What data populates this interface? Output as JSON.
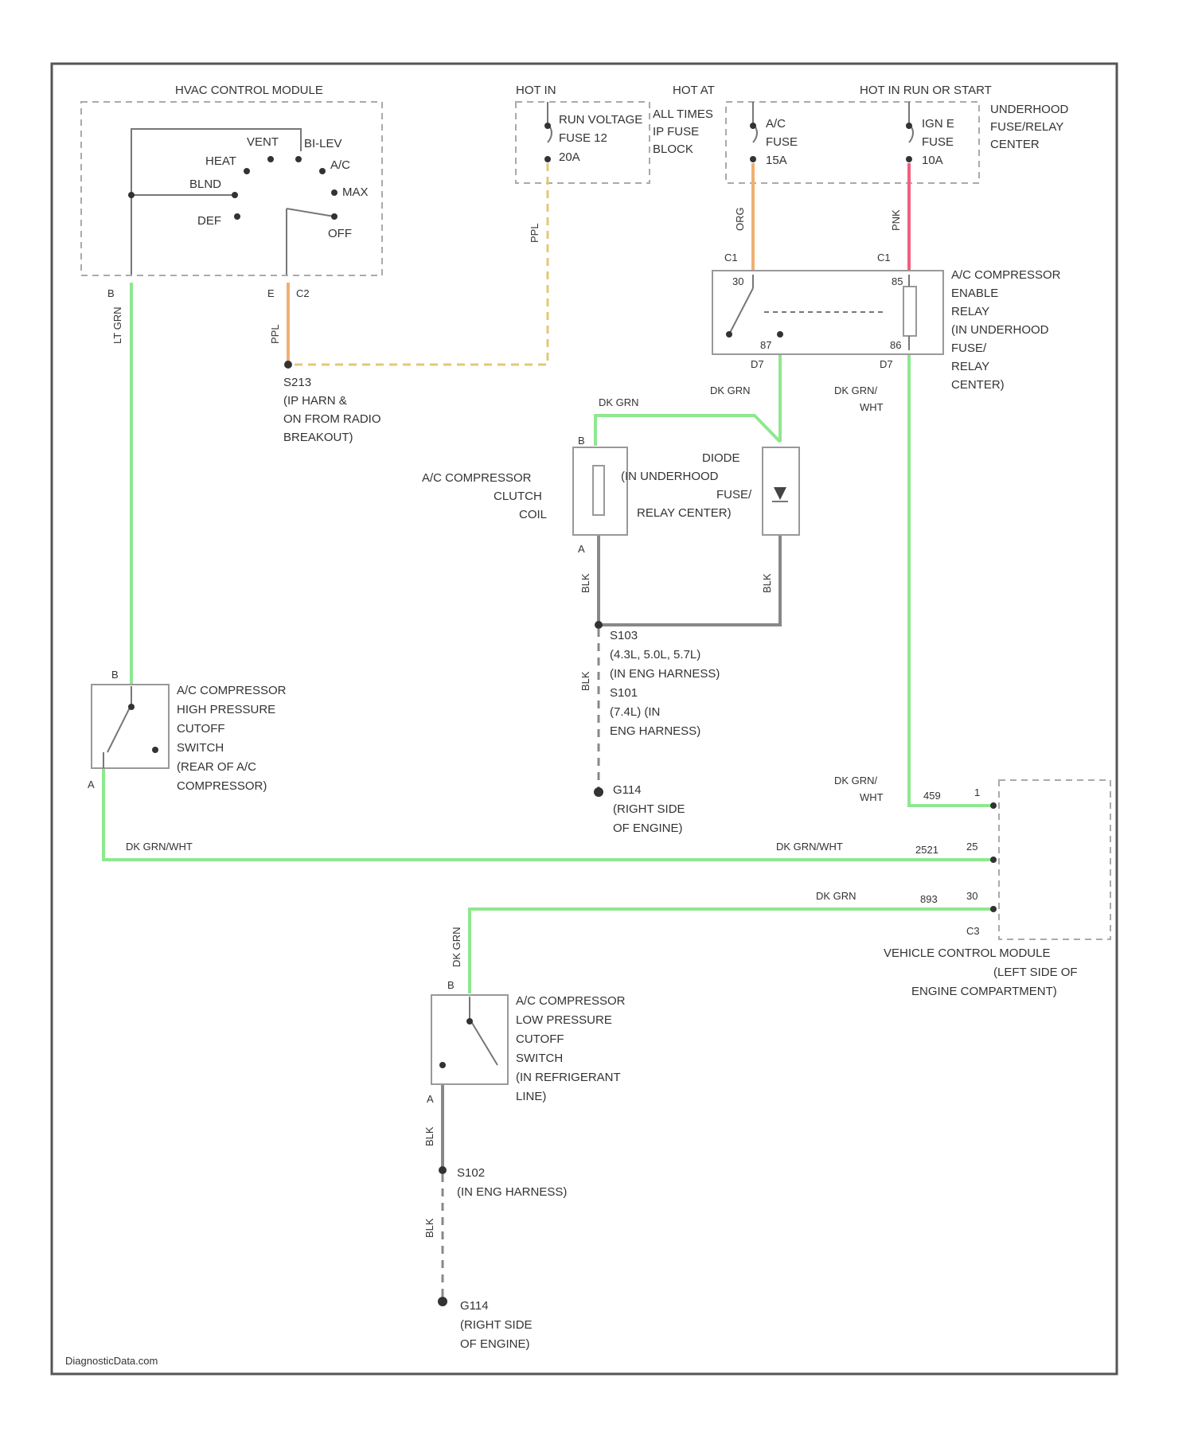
{
  "labels": {
    "hvac_title": "HVAC CONTROL MODULE",
    "mode_vent": "VENT",
    "mode_bilev": "BI-LEV",
    "mode_heat": "HEAT",
    "mode_ac": "A/C",
    "mode_blnd": "BLND",
    "mode_max": "MAX",
    "mode_def": "DEF",
    "mode_off": "OFF",
    "hot_in": "HOT IN",
    "hot_at": "HOT AT",
    "hot_run": "HOT IN RUN OR START",
    "fuse12_l1": "RUN VOLTAGE",
    "fuse12_l2": "FUSE 12",
    "fuse12_l3": "20A",
    "all_times_l1": "ALL TIMES",
    "all_times_l2": "IP FUSE",
    "all_times_l3": "BLOCK",
    "fuse_ac_l1": "A/C",
    "fuse_ac_l2": "FUSE",
    "fuse_ac_l3": "15A",
    "fuse_ign_l1": "IGN E",
    "fuse_ign_l2": "FUSE",
    "fuse_ign_l3": "10A",
    "uh_l1": "UNDERHOOD",
    "uh_l2": "FUSE/RELAY",
    "uh_l3": "CENTER",
    "relay_l1": "A/C COMPRESSOR",
    "relay_l2": "ENABLE",
    "relay_l3": "RELAY",
    "relay_l4": "(IN UNDERHOOD",
    "relay_l5": "FUSE/",
    "relay_l6": "RELAY",
    "relay_l7": "CENTER)",
    "s213_l1": "S213",
    "s213_l2": "(IP HARN &",
    "s213_l3": "ON FROM RADIO",
    "s213_l4": "BREAKOUT)",
    "clutch_l1": "A/C COMPRESSOR",
    "clutch_l2": "CLUTCH",
    "clutch_l3": "COIL",
    "diode_l1": "DIODE",
    "diode_l2": "(IN UNDERHOOD",
    "diode_l3": "FUSE/",
    "diode_l4": "RELAY CENTER)",
    "s103_l1": "S103",
    "s103_l2": "(4.3L, 5.0L, 5.7L)",
    "s103_l3": "(IN ENG HARNESS)",
    "s101_l1": "S101",
    "s101_l2": "(7.4L) (IN",
    "s101_l3": "ENG HARNESS)",
    "g114a_l1": "G114",
    "g114a_l2": "(RIGHT SIDE",
    "g114a_l3": "OF ENGINE)",
    "hp_l1": "A/C COMPRESSOR",
    "hp_l2": "HIGH PRESSURE",
    "hp_l3": "CUTOFF",
    "hp_l4": "SWITCH",
    "hp_l5": "(REAR OF A/C",
    "hp_l6": "COMPRESSOR)",
    "vcm_l1": "VEHICLE CONTROL MODULE",
    "vcm_l2": "(LEFT SIDE OF",
    "vcm_l3": "ENGINE COMPARTMENT)",
    "lp_l1": "A/C COMPRESSOR",
    "lp_l2": "LOW PRESSURE",
    "lp_l3": "CUTOFF",
    "lp_l4": "SWITCH",
    "lp_l5": "(IN REFRIGERANT",
    "lp_l6": "LINE)",
    "s102_l1": "S102",
    "s102_l2": "(IN ENG HARNESS)",
    "g114b_l1": "G114",
    "g114b_l2": "(RIGHT SIDE",
    "g114b_l3": "OF ENGINE)",
    "footer": "DiagnosticData.com"
  },
  "wires": {
    "lt_grn": "LT GRN",
    "ppl": "PPL",
    "ppl2": "PPL",
    "org": "ORG",
    "pnk": "PNK",
    "dk_grn_top": "DK GRN",
    "dk_grn_relay": "DK GRN",
    "dk_grn_wht_a": "DK GRN/",
    "dk_grn_wht_b": "WHT",
    "blk_clutch": "BLK",
    "blk_diode": "BLK",
    "blk_s103": "BLK",
    "dk_grn_wht_vcm_a": "DK GRN/",
    "dk_grn_wht_vcm_b": "WHT",
    "dk_grn_wht_bottom": "DK GRN/WHT",
    "dk_grn_wht_right": "DK GRN/WHT",
    "dk_grn_vcm": "DK GRN",
    "dk_grn_lp": "DK GRN",
    "blk_lp1": "BLK",
    "blk_lp2": "BLK"
  },
  "pins": {
    "hvac_b": "B",
    "hvac_e": "E",
    "hvac_c2": "C2",
    "c1_left": "C1",
    "c1_right": "C1",
    "relay_30": "30",
    "relay_87": "87",
    "relay_85": "85",
    "relay_86": "86",
    "d7_left": "D7",
    "d7_right": "D7",
    "clutch_b": "B",
    "clutch_a": "A",
    "hp_b": "B",
    "hp_a": "A",
    "vcm_1": "1",
    "vcm_25": "25",
    "vcm_30": "30",
    "vcm_c3": "C3",
    "ckt_459": "459",
    "ckt_2521": "2521",
    "ckt_893": "893",
    "lp_b": "B",
    "lp_a": "A"
  },
  "colors": {
    "dk_grn": "#8ee88e",
    "blk": "#888888",
    "org": "#f0b070",
    "pnk": "#f06080",
    "ppl": "#e2c878"
  }
}
